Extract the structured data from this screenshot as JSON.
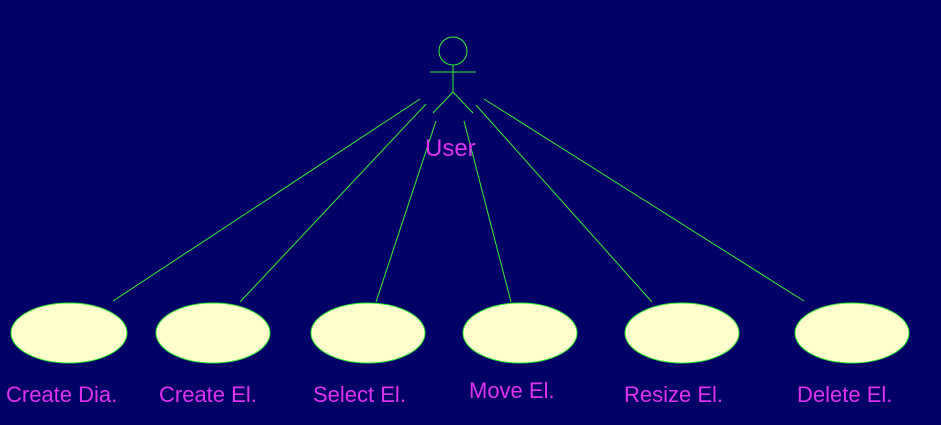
{
  "colors": {
    "background": "#000066",
    "line": "#33ee33",
    "ellipse_fill": "#ffffcc",
    "text": "#dd33ee"
  },
  "actor": {
    "label": "User",
    "icon": "stick-figure-icon"
  },
  "use_cases": [
    {
      "label": "Create Dia."
    },
    {
      "label": "Create El."
    },
    {
      "label": "Select El."
    },
    {
      "label": "Move El."
    },
    {
      "label": "Resize El."
    },
    {
      "label": "Delete El."
    }
  ]
}
